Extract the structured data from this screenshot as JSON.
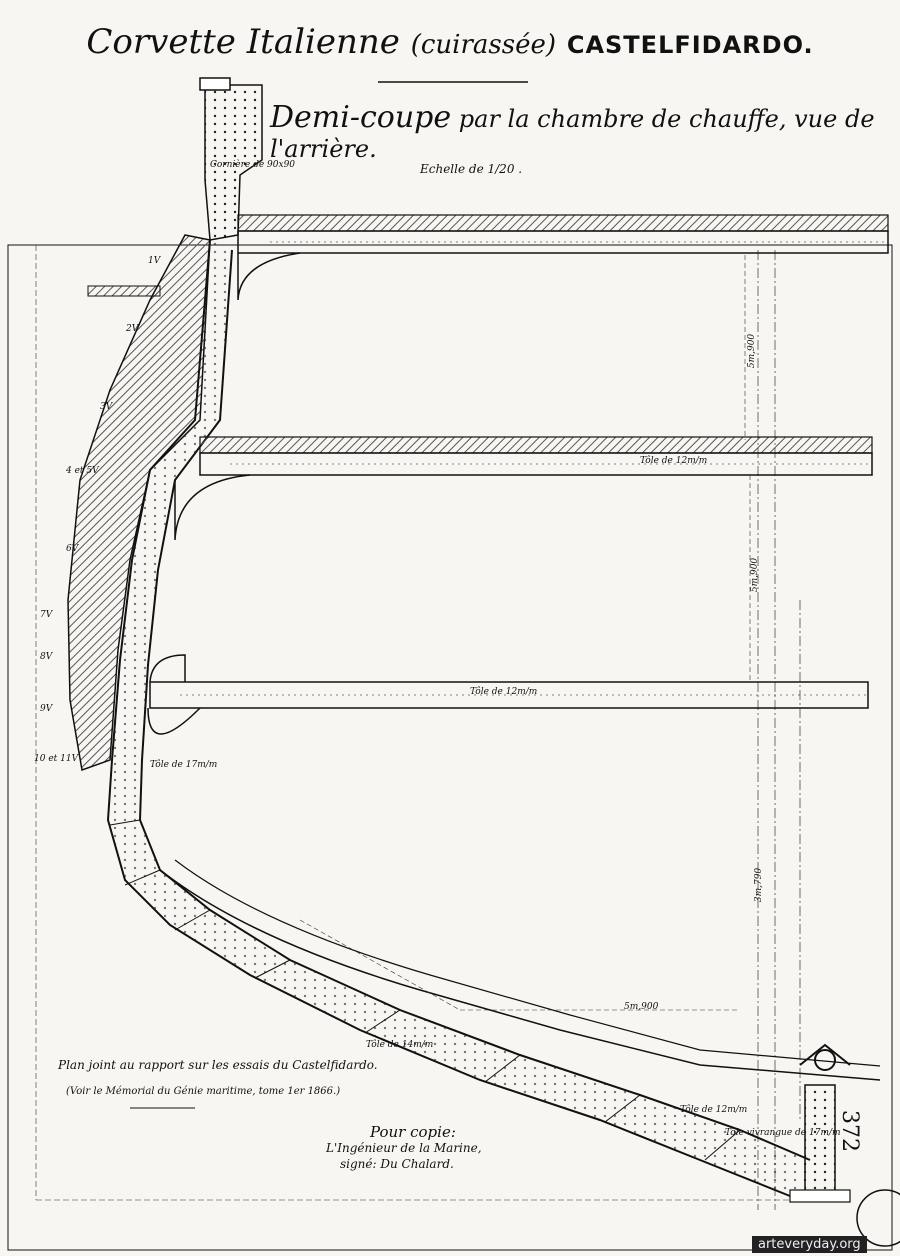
{
  "title": {
    "part1": "Corvette Italienne",
    "part2": "(cuirassée)",
    "part3": "CASTELFIDARDO."
  },
  "subtitle": {
    "part1": "Demi-coupe",
    "part2": "par la chambre de chauffe, vue de l'arrière."
  },
  "scale_label": "Echelle de 1/20 .",
  "notes": {
    "line1": "Plan joint au rapport sur les essais du Castelfidardo.",
    "line2": "(Voir le Mémorial du Génie maritime, tome 1er 1866.)"
  },
  "copy_block": {
    "line1": "Pour copie:",
    "line2": "L'Ingénieur de la Marine,",
    "line3": "signé: Du Chalard."
  },
  "sheet_number": "372",
  "watermark": "arteveryday.org",
  "waterline_labels": [
    "1V",
    "2V",
    "3V",
    "4 et 5V",
    "6V",
    "7V",
    "8V",
    "9V",
    "10 et 11V"
  ],
  "dimension_labels": [
    "5m,900",
    "5m,900",
    "3m,790",
    "5m,900"
  ],
  "part_labels": [
    "Tôle de 12m/m",
    "Tôle de 12m/m",
    "Tôle de 12m/m",
    "Tôle vivrangue de 17m/m",
    "Tôle de 14m/m",
    "Tôle de 17m/m",
    "Cornière de 90x90"
  ],
  "colors": {
    "ink": "#111111",
    "paper": "#f7f6f2",
    "hatch": "#555555"
  }
}
